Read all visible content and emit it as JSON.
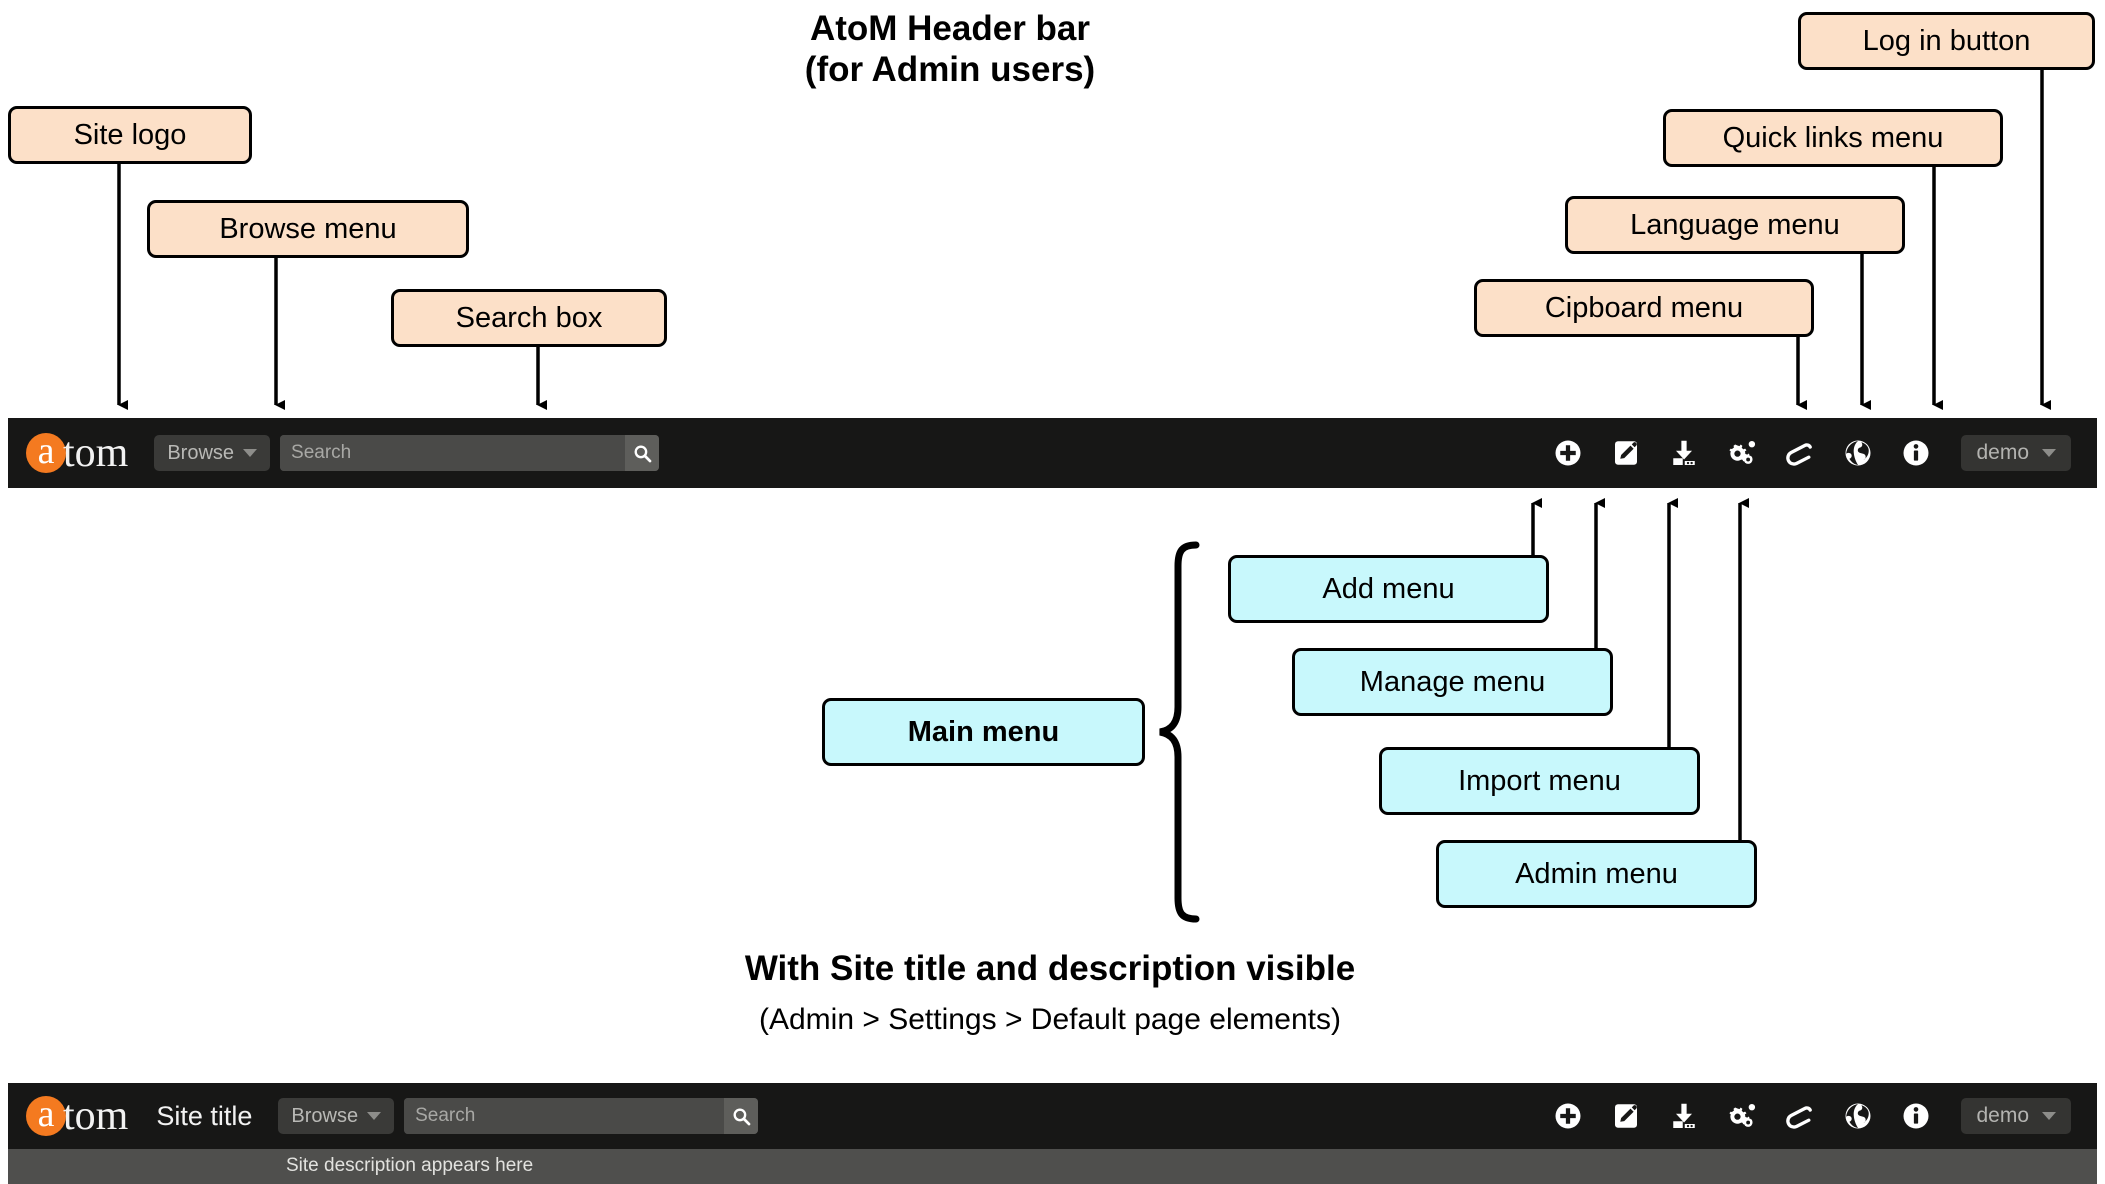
{
  "titles": {
    "main": "AtoM Header bar\n(for Admin users)",
    "bottom": "With Site title and description visible",
    "bottom_sub": "(Admin > Settings > Default page elements)"
  },
  "callouts": {
    "site_logo": "Site logo",
    "browse_menu": "Browse menu",
    "search_box": "Search box",
    "clipboard_menu": "Cipboard menu",
    "language_menu": "Language menu",
    "quick_links_menu": "Quick links menu",
    "login_button": "Log in button",
    "main_menu": "Main menu",
    "add_menu": "Add menu",
    "manage_menu": "Manage menu",
    "import_menu": "Import menu",
    "admin_menu": "Admin menu"
  },
  "header_top": {
    "logo_letter": "a",
    "logo_word": "tom",
    "browse_label": "Browse",
    "search_placeholder": "Search",
    "search_value": "",
    "user_label": "demo",
    "icons": [
      {
        "name": "add-icon",
        "title": "Add"
      },
      {
        "name": "manage-edit-icon",
        "title": "Manage"
      },
      {
        "name": "import-download-icon",
        "title": "Import"
      },
      {
        "name": "admin-gears-icon",
        "title": "Admin"
      },
      {
        "name": "clipboard-paperclip-icon",
        "title": "Clipboard"
      },
      {
        "name": "language-globe-icon",
        "title": "Language"
      },
      {
        "name": "quick-links-info-icon",
        "title": "Quick links"
      }
    ]
  },
  "header_bottom": {
    "logo_letter": "a",
    "logo_word": "tom",
    "site_title": "Site title",
    "browse_label": "Browse",
    "search_placeholder": "Search",
    "search_value": "",
    "user_label": "demo",
    "site_description": "Site description appears here"
  },
  "colors": {
    "callout_peach": "#fce0c8",
    "callout_cyan": "#c8f8fc",
    "bar_dark": "#171716",
    "desc_bar": "#4f4f4d",
    "logo_orange": "#f47a20"
  }
}
